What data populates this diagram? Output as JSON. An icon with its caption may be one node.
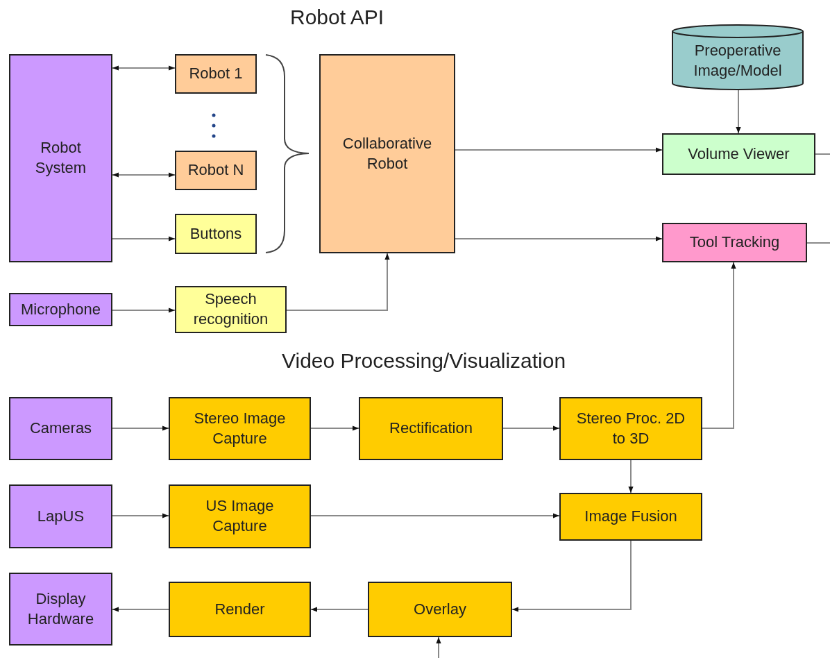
{
  "diagram": {
    "nodes": [
      {
        "text": [
          "Robot System"
        ]
      },
      {
        "text": [
          "Robot 1"
        ]
      },
      {
        "text": [
          "Robot N"
        ]
      },
      {
        "text": [
          "Buttons"
        ]
      },
      {
        "text": [
          "Collaborative Robot"
        ]
      },
      {
        "text": [
          "Preoperative Image/Model"
        ]
      },
      {
        "text": [
          "Volume Viewer"
        ]
      },
      {
        "text": [
          "Tool Tracking"
        ]
      },
      {
        "text": [
          "Microphone"
        ]
      },
      {
        "text": [
          "Speech recognition"
        ]
      },
      {
        "text": [
          "Cameras"
        ]
      },
      {
        "text": [
          "Stereo Image Capture"
        ]
      },
      {
        "text": [
          "Rectification"
        ]
      },
      {
        "text": [
          "Stereo Proc. 2D to 3D"
        ]
      },
      {
        "text": [
          "LapUS"
        ]
      },
      {
        "text": [
          "US Image Capture"
        ]
      },
      {
        "text": [
          "Image Fusion"
        ]
      },
      {
        "text": [
          "Display Hardware"
        ]
      },
      {
        "text": [
          "Render"
        ]
      },
      {
        "text": [
          "Overlay"
        ]
      }
    ],
    "edges": [
      {
        "from": 0,
        "to": 1,
        "arrow": "both"
      },
      {
        "from": 0,
        "to": 2,
        "arrow": "both"
      },
      {
        "from": 0,
        "to": 3,
        "arrow": "to"
      },
      {
        "from": 4,
        "to": 6,
        "arrow": "to"
      },
      {
        "from": 4,
        "to": 7,
        "arrow": "to"
      },
      {
        "from": 5,
        "to": 6,
        "arrow": "to"
      },
      {
        "from": 8,
        "to": 9,
        "arrow": "to"
      },
      {
        "from": 9,
        "to": 4,
        "arrow": "to"
      },
      {
        "from": 10,
        "to": 11,
        "arrow": "to"
      },
      {
        "from": 11,
        "to": 12,
        "arrow": "to"
      },
      {
        "from": 12,
        "to": 13,
        "arrow": "to"
      },
      {
        "from": 13,
        "to": 7,
        "arrow": "to"
      },
      {
        "from": 13,
        "to": 16,
        "arrow": "to"
      },
      {
        "from": 14,
        "to": 15,
        "arrow": "to"
      },
      {
        "from": 15,
        "to": 16,
        "arrow": "to"
      },
      {
        "from": 16,
        "to": 19,
        "arrow": "to"
      },
      {
        "from": 19,
        "to": 18,
        "arrow": "to"
      },
      {
        "from": 18,
        "to": 17,
        "arrow": "to"
      },
      {
        "from": null,
        "to": 19,
        "arrow": "to"
      },
      {
        "from": 6,
        "to": null,
        "arrow": "none"
      },
      {
        "from": 7,
        "to": null,
        "arrow": "none"
      }
    ],
    "labels": [
      "Robot API",
      "Video Processing/Visualization"
    ]
  }
}
